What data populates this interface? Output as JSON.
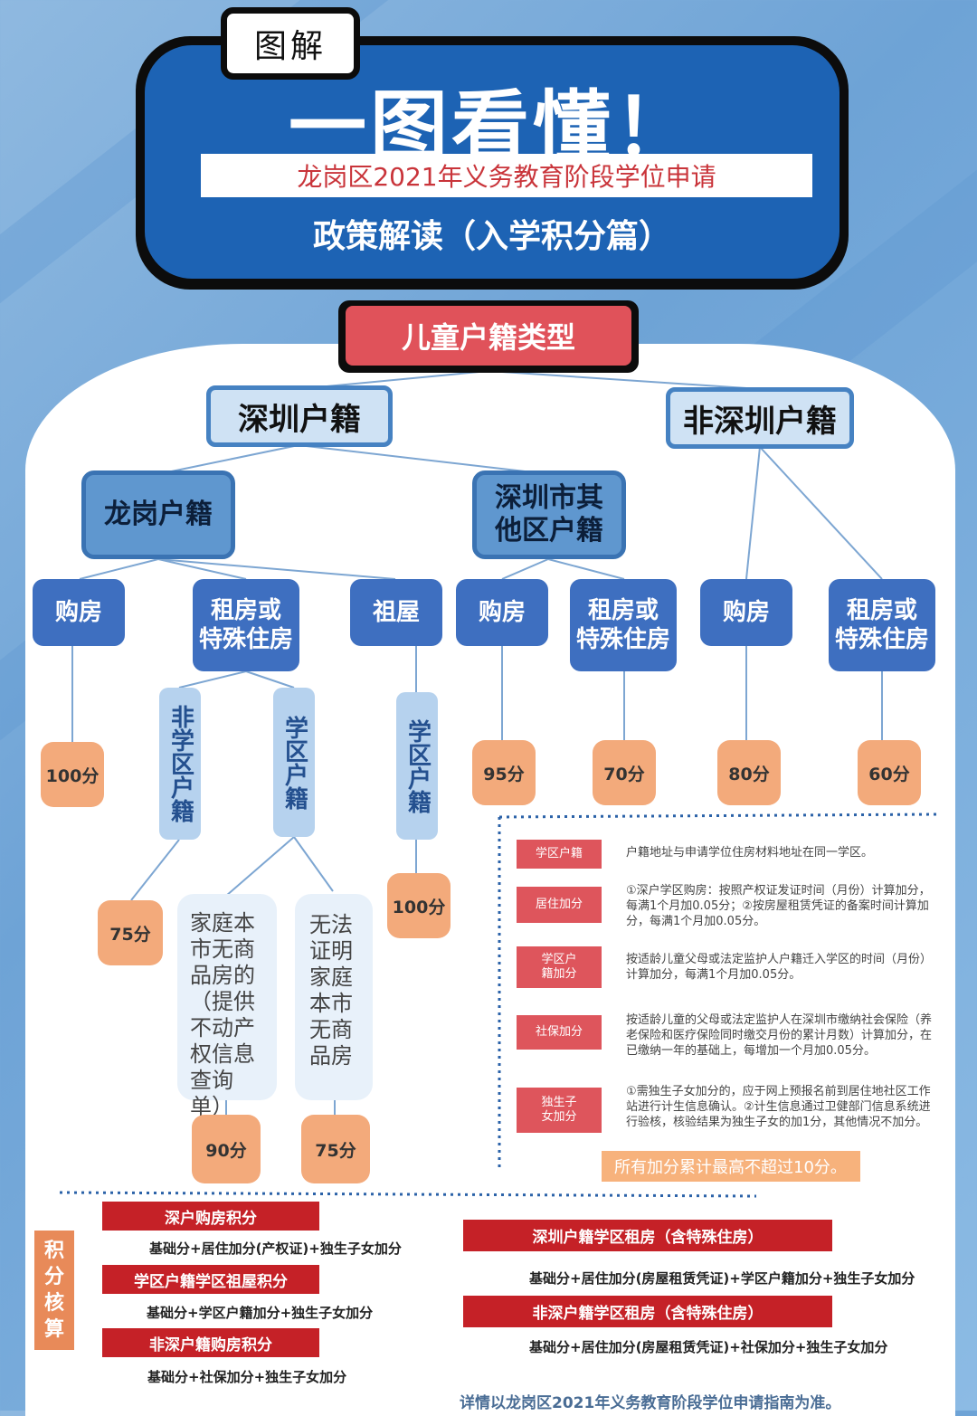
{
  "header": {
    "tag": "图解",
    "big_title": "一图看懂！",
    "subtitle": "龙岗区2021年义务教育阶段学位申请",
    "subtitle2": "政策解读（入学积分篇）"
  },
  "tree": {
    "root": "儿童户籍类型",
    "sz": "深圳户籍",
    "non_sz": "非深圳户籍",
    "lg": "龙岗户籍",
    "sz_other_l1": "深圳市其",
    "sz_other_l2": "他区户籍",
    "lg_buy": "购房",
    "lg_rent_l1": "租房或",
    "lg_rent_l2": "特殊住房",
    "lg_ancestral": "祖屋",
    "other_buy": "购房",
    "other_rent_l1": "租房或",
    "other_rent_l2": "特殊住房",
    "nsz_buy": "购房",
    "nsz_rent_l1": "租房或",
    "nsz_rent_l2": "特殊住房",
    "non_district": "非学区户籍",
    "district1": "学区户籍",
    "district2": "学区户籍",
    "note1": "家庭本市无商品房的（提供不动产权信息查询单）",
    "note2": "无法证明家庭本市无商品房"
  },
  "scores": {
    "lg_buy": "100分",
    "other_buy": "95分",
    "other_rent": "70分",
    "nsz_buy": "80分",
    "nsz_rent": "60分",
    "non_district": "75分",
    "ancestral_district": "100分",
    "note1": "90分",
    "note2": "75分"
  },
  "legend": [
    {
      "label": "学区户籍",
      "text": "户籍地址与申请学位住房材料地址在同一学区。"
    },
    {
      "label": "居住加分",
      "text": "①深户学区购房：按照产权证发证时间（月份）计算加分，每满1个月加0.05分；②按房屋租赁凭证的备案时间计算加分，每满1个月加0.05分。"
    },
    {
      "label": "学区户籍加分",
      "text": "按适龄儿童父母或法定监护人户籍迁入学区的时间（月份）计算加分，每满1个月加0.05分。"
    },
    {
      "label": "社保加分",
      "text": "按适龄儿童的父母或法定监护人在深圳市缴纳社会保险（养老保险和医疗保险同时缴交月份的累计月数）计算加分，在已缴纳一年的基础上，每增加一个月加0.05分。"
    },
    {
      "label": "独生子女加分",
      "text": "①需独生子女加分的，应于网上预报名前到居住地社区工作站进行计生信息确认。②计生信息通过卫健部门信息系统进行验核，核验结果为独生子女的加1分，其他情况不加分。"
    }
  ],
  "cap_note": "所有加分累计最高不超过10分。",
  "calc": {
    "side_label": "积分核算",
    "left": [
      {
        "title": "深户购房积分",
        "formula": "基础分+居住加分(产权证)+独生子女加分"
      },
      {
        "title": "学区户籍学区祖屋积分",
        "formula": "基础分+学区户籍加分+独生子女加分"
      },
      {
        "title": "非深户籍购房积分",
        "formula": "基础分+社保加分+独生子女加分"
      }
    ],
    "right": [
      {
        "title": "深圳户籍学区租房（含特殊住房）",
        "formula": "基础分+居住加分(房屋租赁凭证)+学区户籍加分+独生子女加分"
      },
      {
        "title": "非深户籍学区租房（含特殊住房）",
        "formula": "基础分+居住加分(房屋租赁凭证)+社保加分+独生子女加分"
      }
    ]
  },
  "footer": "详情以龙岗区2021年义务教育阶段学位申请指南为准。",
  "colors": {
    "primary_blue": "#1d63b4",
    "accent_red": "#e0525a",
    "score_orange": "#f3aa7b"
  }
}
